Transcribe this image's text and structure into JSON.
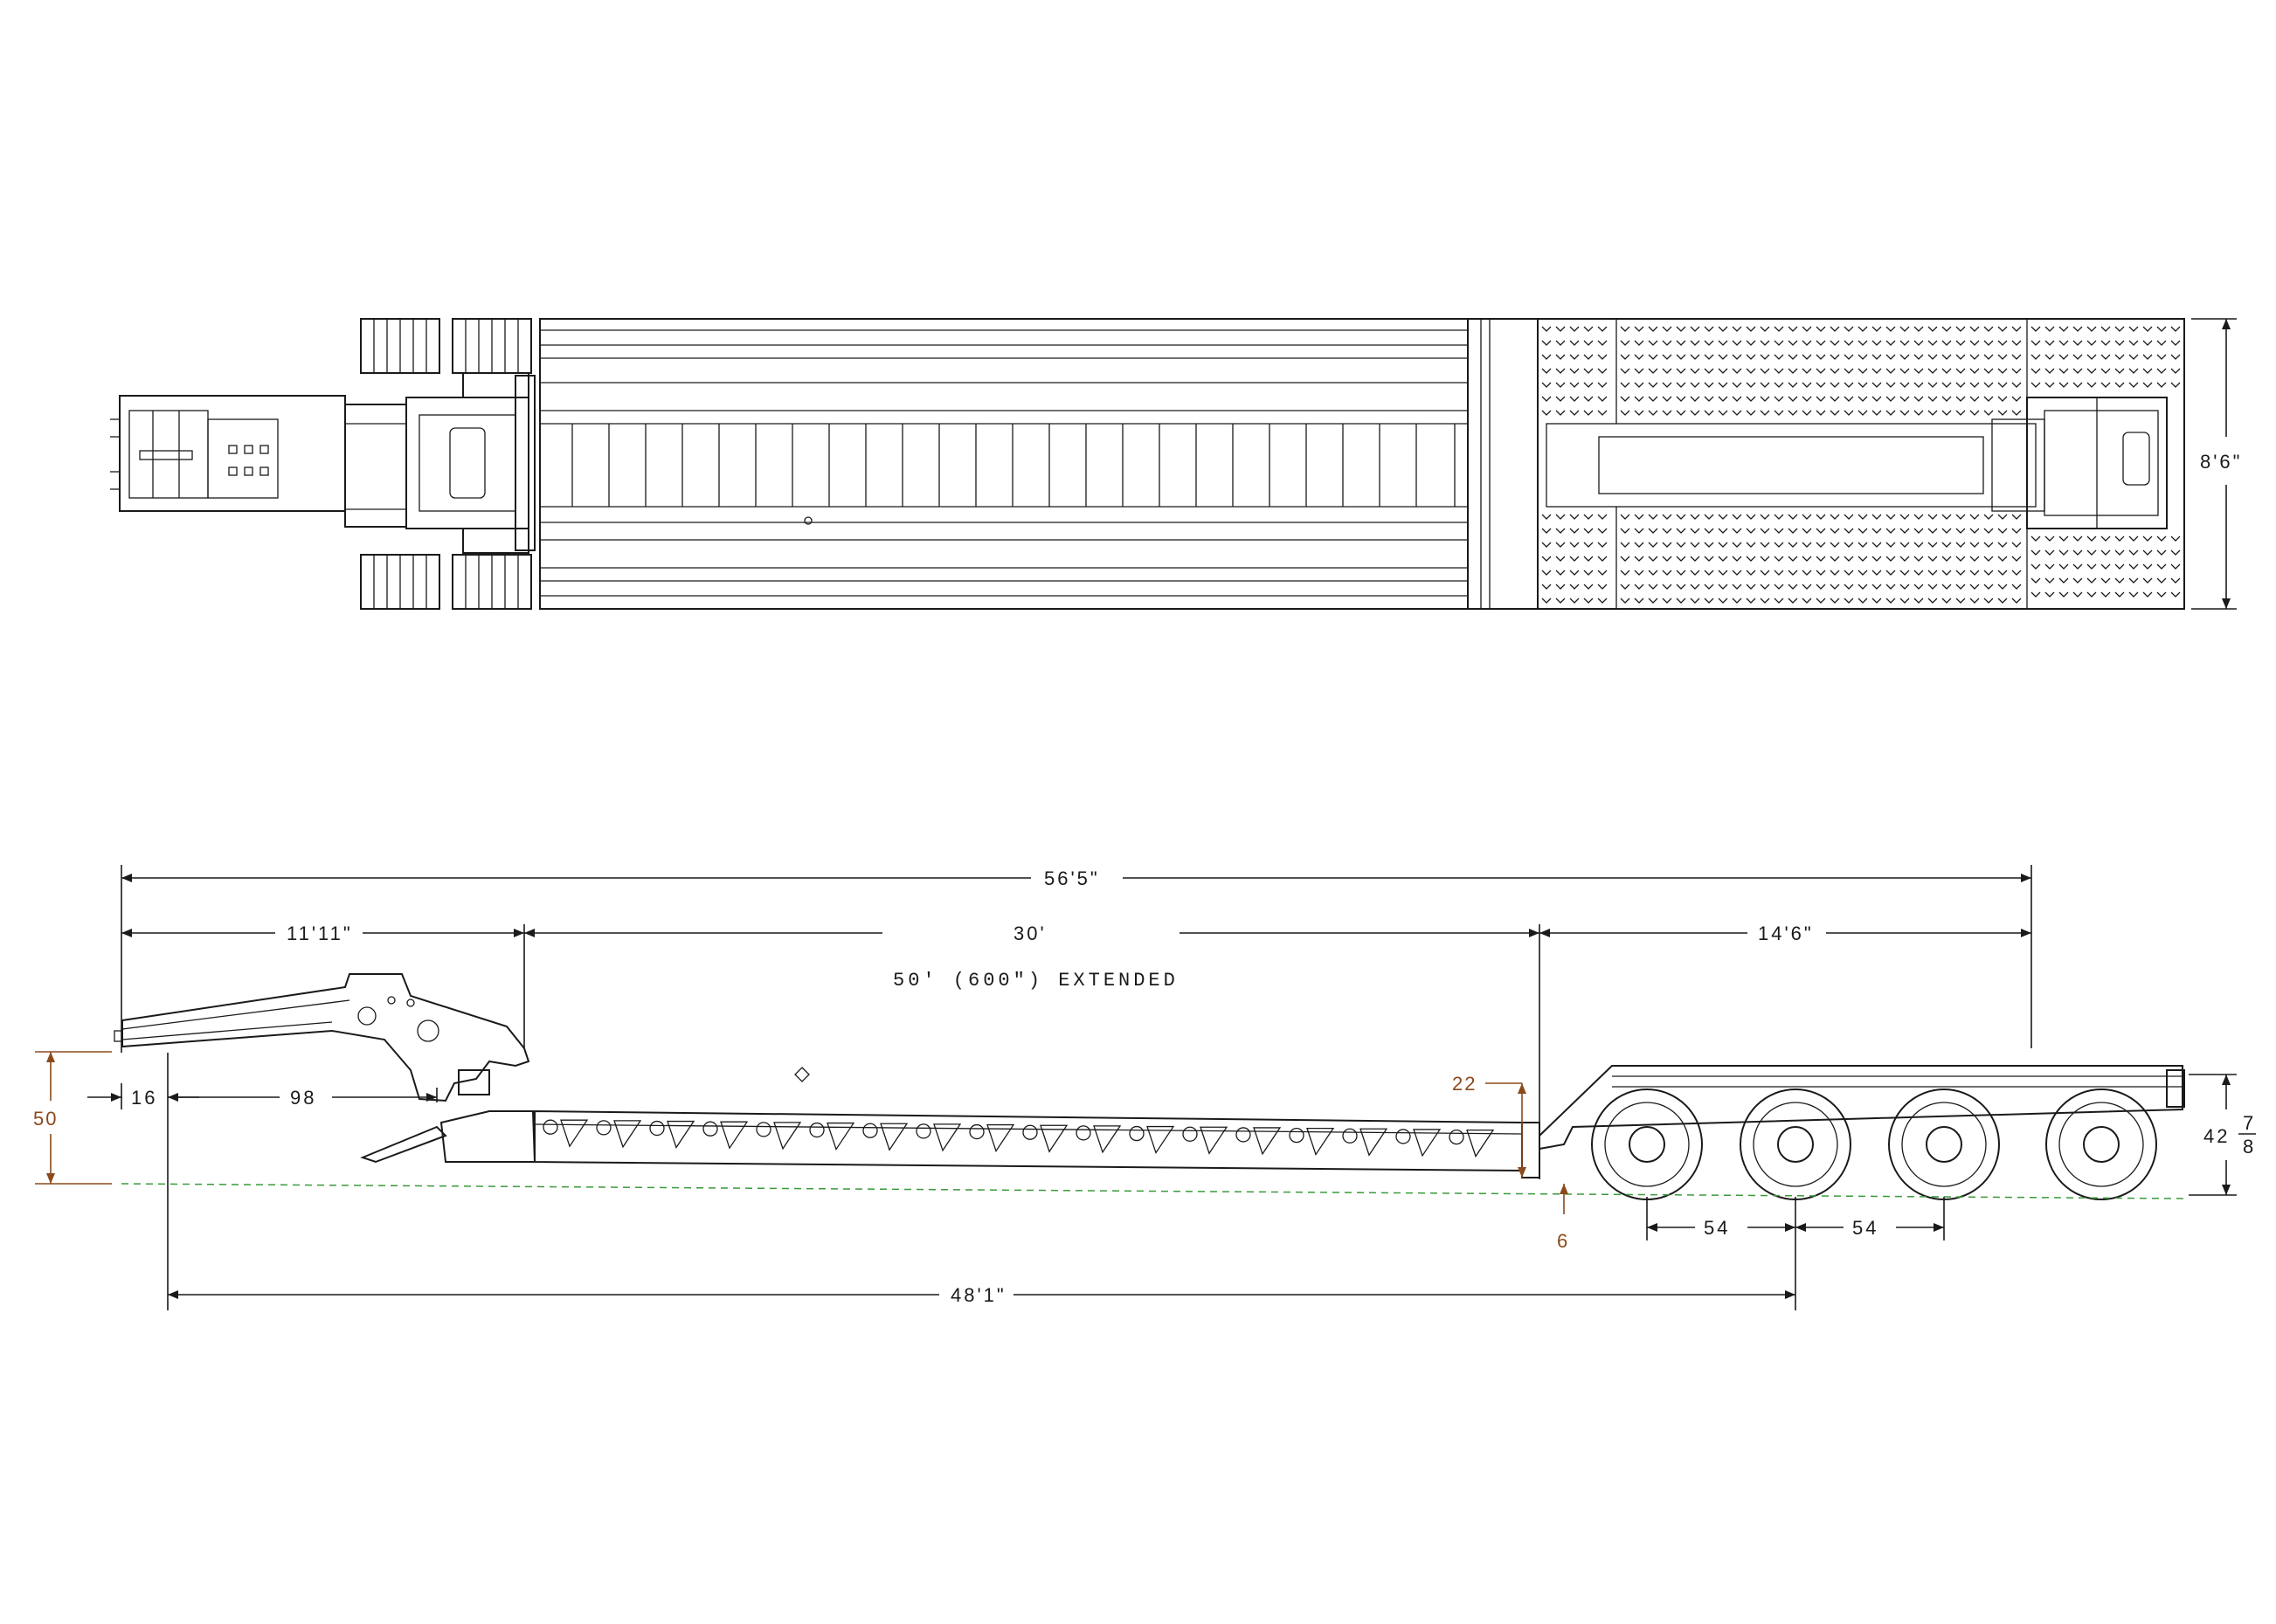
{
  "dimensions": {
    "top_view_width": "8'6\"",
    "overall_length": "56'5\"",
    "gooseneck_length": "11'11\"",
    "deck_length": "30'",
    "rear_length": "14'6\"",
    "extended_note": "50'  (600\")  EXTENDED",
    "gooseneck_height": "50",
    "kingpin_offset": "16",
    "gooseneck_span": "98",
    "deck_height": "22",
    "ground_clearance": "6",
    "axle_spacing_1": "54",
    "axle_spacing_2": "54",
    "rear_height_whole": "42",
    "rear_height_num": "7",
    "rear_height_den": "8",
    "kingpin_to_axle": "48'1\""
  },
  "colors": {
    "line": "#1a1a1a",
    "highlight_dim": "#8b4a1c",
    "ground_line": "#3a9a3a"
  }
}
